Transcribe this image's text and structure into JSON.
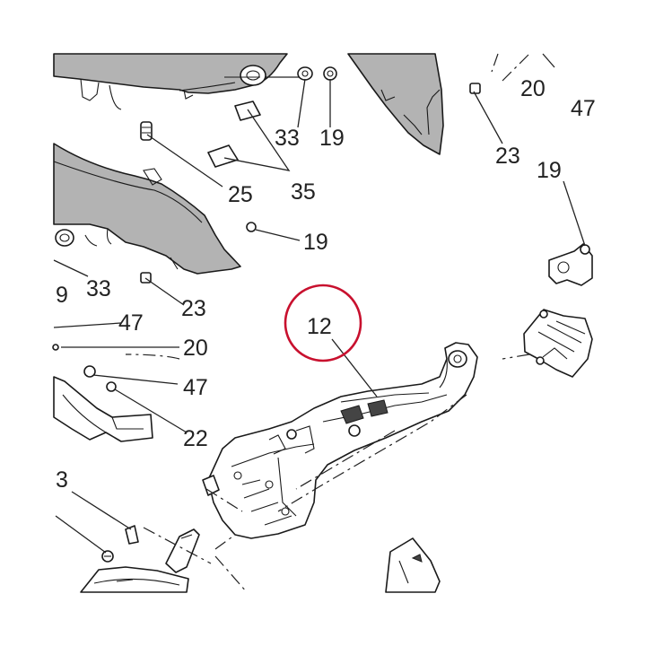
{
  "diagram": {
    "highlight_color": "#c8102e",
    "line_color": "#222222",
    "part_fill": "#b3b3b3",
    "callouts": {
      "c12": "12",
      "c33a": "33",
      "c19a": "19",
      "c35": "35",
      "c25": "25",
      "c19b": "19",
      "c9": "9",
      "c33b": "33",
      "c23a": "23",
      "c47a": "47",
      "c20a": "20",
      "c47b": "47",
      "c22": "22",
      "c3": "3",
      "c20b": "20",
      "c47c": "47",
      "c23b": "23",
      "c19c": "19"
    }
  }
}
